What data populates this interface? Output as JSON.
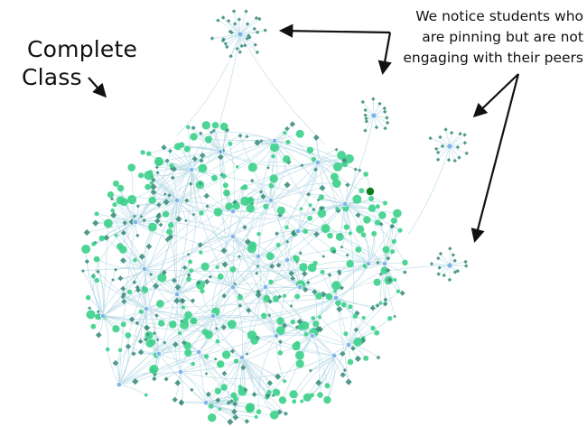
{
  "title": {
    "line1": "Complete",
    "line2": "Class"
  },
  "annotation": {
    "line1": "We notice students who",
    "line2": "are pinning but are not",
    "line3": "engaging with their peers"
  },
  "colors": {
    "background": "#ffffff",
    "edge": "#b9dbe6",
    "hub_node": "#7fb4e8",
    "student_node": "#3fd18c",
    "pin_node": "#3d8f7d",
    "highlight_node": "#0b7d1a",
    "arrow": "#111111"
  },
  "legend": "none"
}
